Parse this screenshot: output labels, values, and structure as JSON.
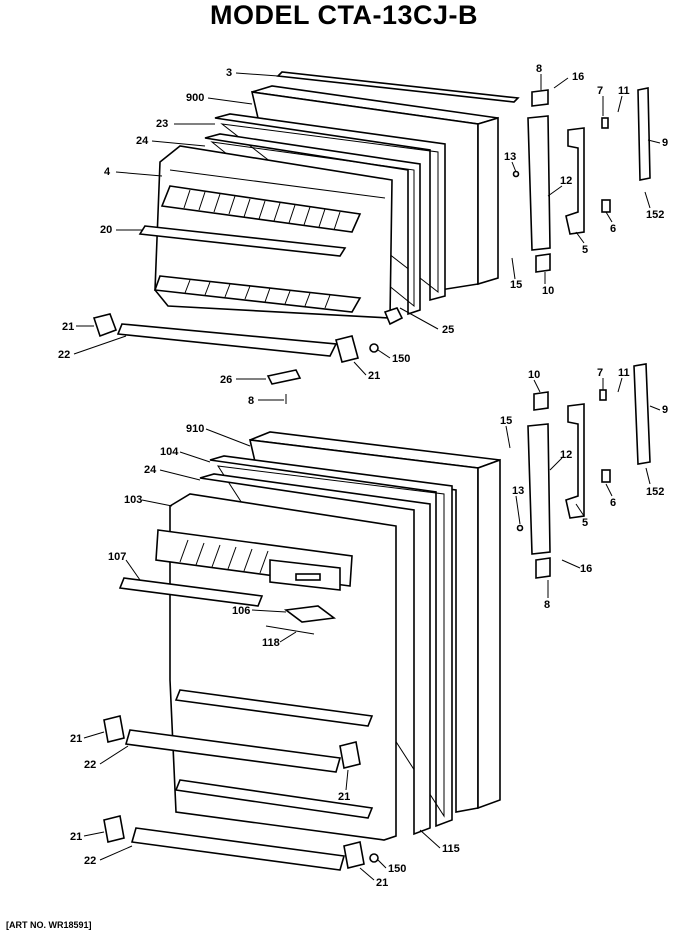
{
  "title": "MODEL CTA-13CJ-B",
  "art_no": "[ART NO. WR18591]",
  "callouts": {
    "top": {
      "c3": "3",
      "c900": "900",
      "c23": "23",
      "c24": "24",
      "c4": "4",
      "c20": "20",
      "c8": "8",
      "c16": "16",
      "c7": "7",
      "c11": "11",
      "c9": "9",
      "c13": "13",
      "c12": "12",
      "c152": "152",
      "c6": "6",
      "c5": "5",
      "c15": "15",
      "c10": "10",
      "c25": "25",
      "c21a": "21",
      "c22": "22",
      "c150": "150",
      "c21b": "21",
      "c26": "26",
      "c8b": "8"
    },
    "bottom": {
      "c10": "10",
      "c7": "7",
      "c11": "11",
      "c9": "9",
      "c15": "15",
      "c910": "910",
      "c104": "104",
      "c24": "24",
      "c12": "12",
      "c103": "103",
      "c13": "13",
      "c152": "152",
      "c6": "6",
      "c5": "5",
      "c107": "107",
      "c16": "16",
      "c8": "8",
      "c106": "106",
      "c118": "118",
      "c21a": "21",
      "c22a": "22",
      "c21b": "21",
      "c21c": "21",
      "c115": "115",
      "c22b": "22",
      "c150": "150",
      "c21d": "21"
    }
  }
}
